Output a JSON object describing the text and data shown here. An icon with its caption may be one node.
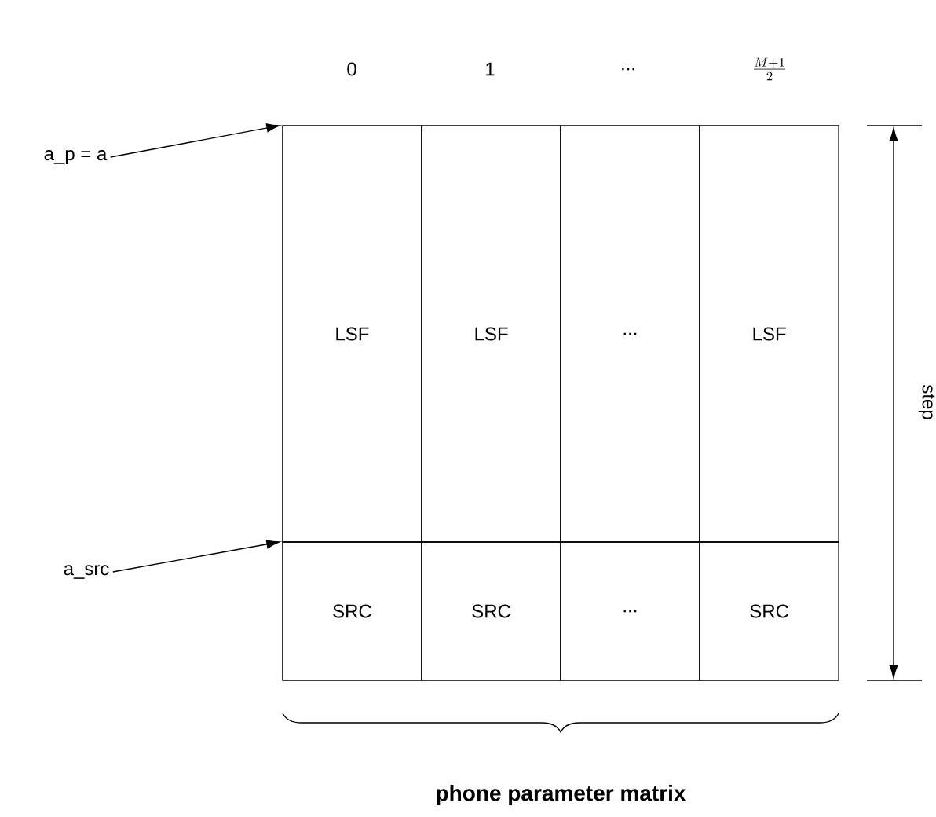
{
  "diagram": {
    "caption": "phone parameter matrix",
    "nodes": [
      {
        "text": [
          "a_p = a"
        ]
      },
      {
        "text": [
          "LSF"
        ]
      },
      {
        "text": [
          "LSF"
        ]
      },
      {
        "text": [
          "..."
        ]
      },
      {
        "text": [
          "LSF"
        ]
      },
      {
        "text": [
          "a_src"
        ]
      },
      {
        "text": [
          "SRC"
        ]
      },
      {
        "text": [
          "SRC"
        ]
      },
      {
        "text": [
          "..."
        ]
      },
      {
        "text": [
          "SRC"
        ]
      }
    ],
    "edges": [
      {
        "from": 0,
        "to": 1,
        "arrow": "to"
      },
      {
        "from": 5,
        "to": 6,
        "arrow": "to"
      }
    ],
    "labels": [
      "0",
      "1",
      "...",
      "\\frac{M+1}{2}",
      "step"
    ]
  }
}
